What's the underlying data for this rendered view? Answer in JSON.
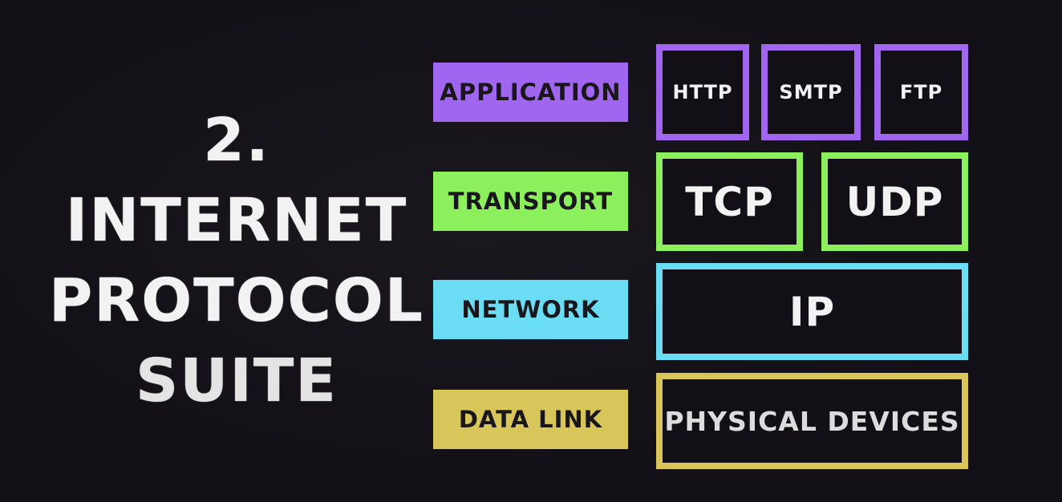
{
  "title": {
    "number": "2.",
    "line1": "INTERNET",
    "line2": "PROTOCOL",
    "line3": "SUITE"
  },
  "colors": {
    "application": "#a066f0",
    "transport": "#8cef5c",
    "network": "#6adcf4",
    "data_link": "#d9c65a",
    "background": "#121016"
  },
  "layers": [
    {
      "label": "APPLICATION",
      "protocols": [
        "HTTP",
        "SMTP",
        "FTP"
      ]
    },
    {
      "label": "TRANSPORT",
      "protocols": [
        "TCP",
        "UDP"
      ]
    },
    {
      "label": "NETWORK",
      "protocols": [
        "IP"
      ]
    },
    {
      "label": "DATA LINK",
      "protocols": [
        "PHYSICAL DEVICES"
      ]
    }
  ]
}
